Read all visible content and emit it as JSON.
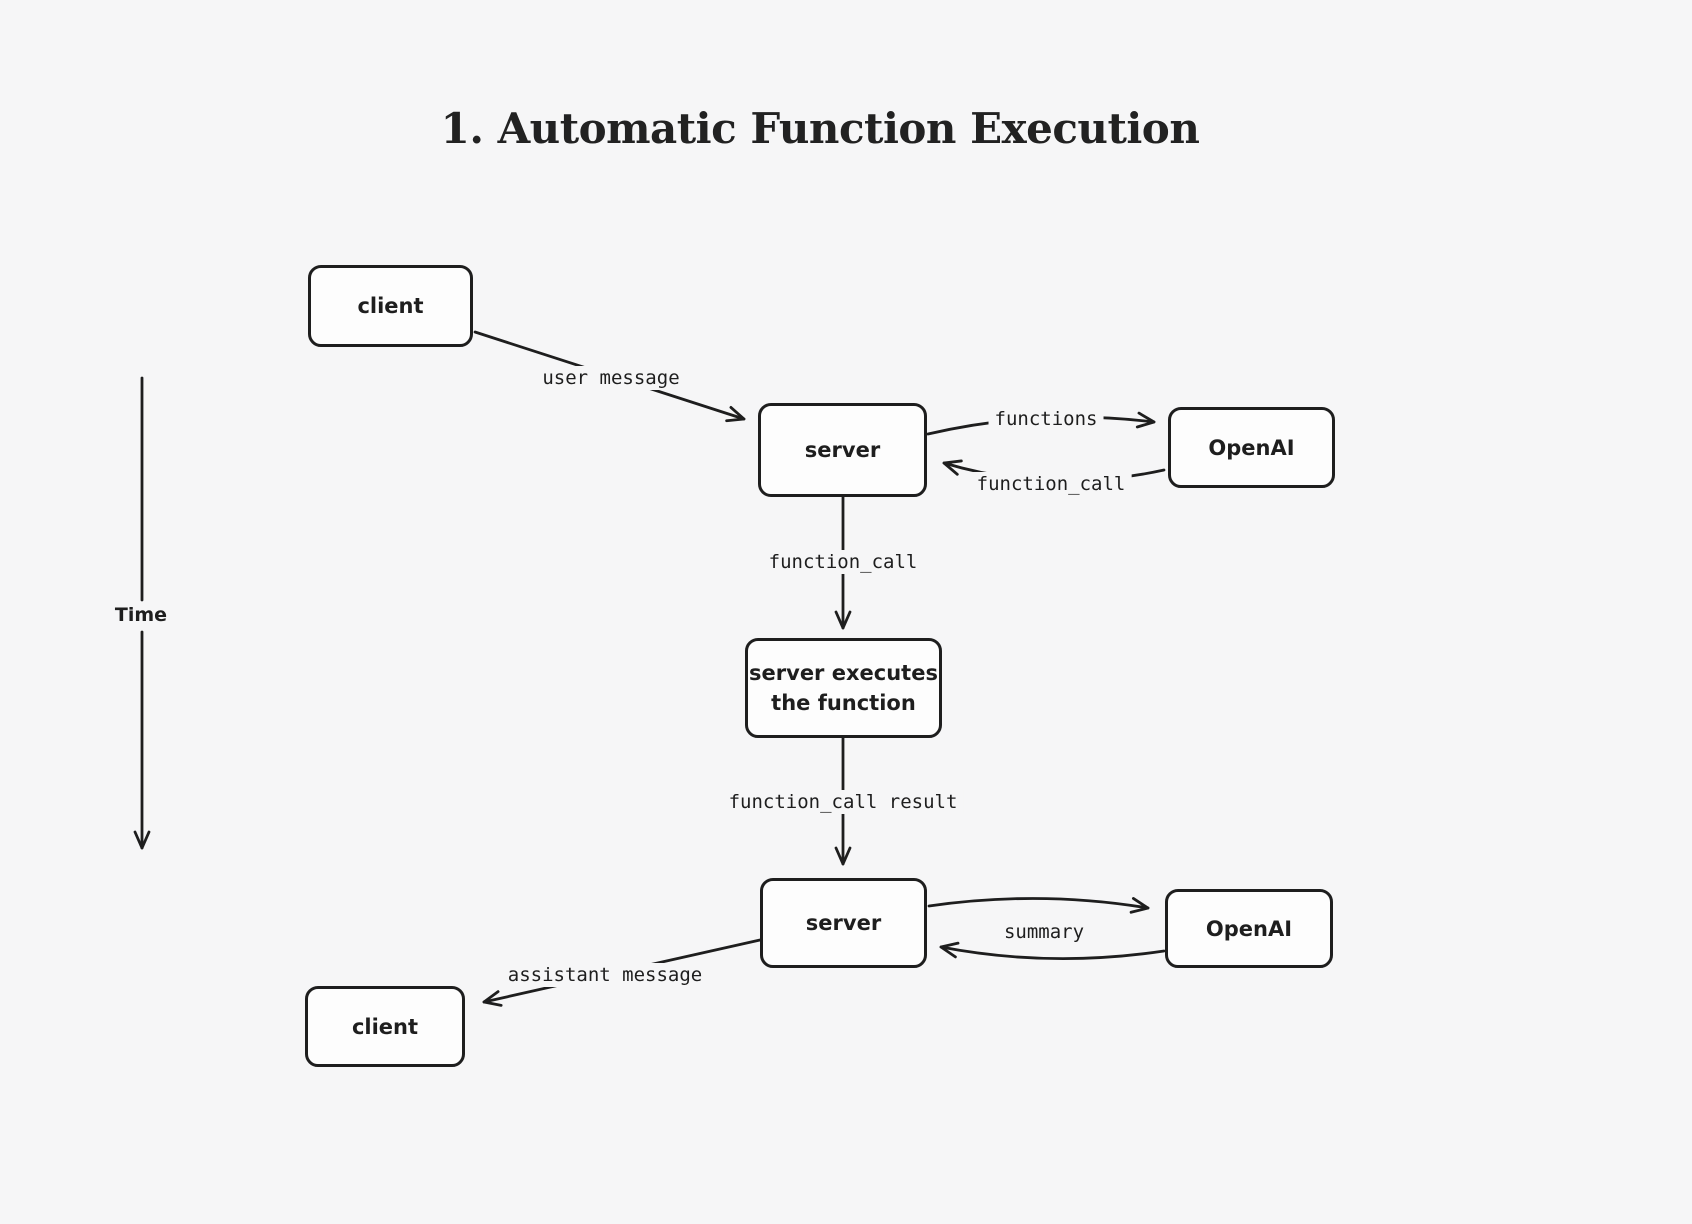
{
  "title": "1. Automatic Function Execution",
  "colors": {
    "background": "#f6f6f7",
    "node_fill": "#fdfdfd",
    "stroke": "#1e1e1e"
  },
  "time_axis": {
    "label": "Time"
  },
  "nodes": {
    "client_top": {
      "label": "client"
    },
    "server_top": {
      "label": "server"
    },
    "openai_top": {
      "label": "OpenAI"
    },
    "executor": {
      "line1": "server executes",
      "line2": "the function"
    },
    "server_bottom": {
      "label": "server"
    },
    "openai_bottom": {
      "label": "OpenAI"
    },
    "client_bottom": {
      "label": "client"
    }
  },
  "edges": {
    "user_message": {
      "label": "user message"
    },
    "functions": {
      "label": "functions"
    },
    "function_call_top": {
      "label": "function_call"
    },
    "function_call_down": {
      "label": "function_call"
    },
    "function_call_result": {
      "label": "function_call result"
    },
    "summary": {
      "label": "summary"
    },
    "assistant_message": {
      "label": "assistant message"
    }
  }
}
